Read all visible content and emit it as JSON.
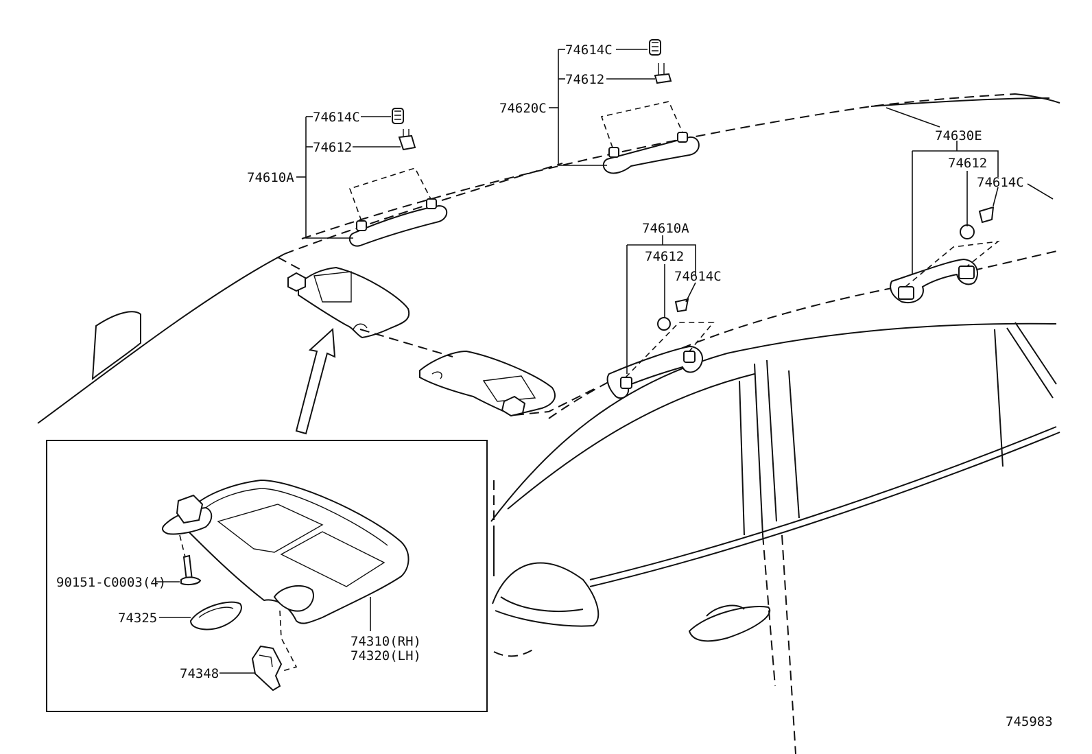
{
  "callouts": {
    "grip_front_left": {
      "assembly": "74610A",
      "clip": "74614C",
      "cover": "74612"
    },
    "grip_rear_left": {
      "assembly": "74620C",
      "clip": "74614C",
      "cover": "74612"
    },
    "grip_front_right": {
      "assembly": "74610A",
      "cover": "74612",
      "clip": "74614C"
    },
    "grip_rear_right": {
      "assembly": "74630E",
      "cover": "74612",
      "clip": "74614C"
    }
  },
  "detail": {
    "screw": "90151-C0003(4)",
    "cover": "74325",
    "holder": "74348",
    "visor_rh": "74310(RH)",
    "visor_lh": "74320(LH)"
  },
  "figure_id": "745983"
}
